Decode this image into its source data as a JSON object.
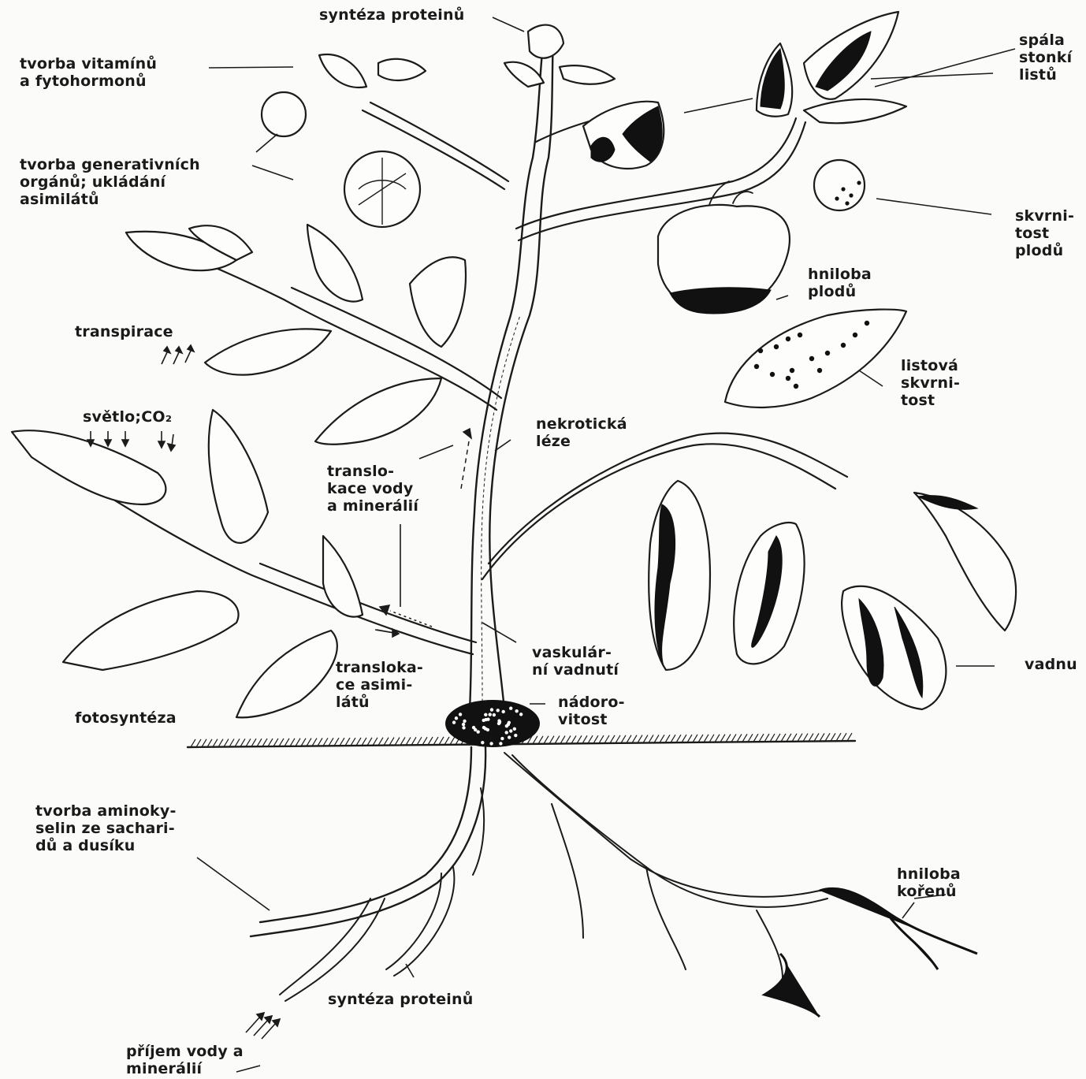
{
  "labels": {
    "syntheza_top": "syntéza proteinů",
    "vitamins": [
      "tvorba vitamínů",
      "a fytohormonů"
    ],
    "generative": [
      "tvorba generativních",
      "orgánů; ukládání",
      "asimilátů"
    ],
    "spala": [
      "spála",
      "stonkí",
      "listů"
    ],
    "skvrnitost_plodu": [
      "skvrni-",
      "tost",
      "plodů"
    ],
    "hniloba_plodu": [
      "hniloba",
      "plodů"
    ],
    "transpirace": "transpirace",
    "svetlo": "světlo;CO₂",
    "listova": [
      "listová",
      "skvrni-",
      "tost"
    ],
    "nekroticka": [
      "nekrotická",
      "léze"
    ],
    "translokace_vody": [
      "translo-",
      "kace vody",
      "a minerálií"
    ],
    "vaskularni": [
      "vaskulár-",
      "ní vadnutí"
    ],
    "vadnu": "vadnu",
    "translokace_asim": [
      "transloka-",
      "ce asimi-",
      "látů"
    ],
    "nadoro": [
      "nádoro-",
      "vitost"
    ],
    "fotosynteza": "fotosyntéza",
    "aminokyseliny": [
      "tvorba aminoky-",
      "selin ze sachari-",
      "dů a dusíku"
    ],
    "hniloba_korenu": [
      "hniloba",
      "kořenů"
    ],
    "syntheza_bottom": "syntéza proteinů",
    "prijem": [
      "příjem vody a",
      "minerálií"
    ]
  },
  "icons": {
    "plant": "tomato-plant-illustration",
    "arrows_up": "transpiration-arrows-icon",
    "arrows_down": "light-arrows-icon",
    "arrows_root": "water-uptake-arrows-icon"
  },
  "colors": {
    "ink": "#1b1b1b",
    "paper": "#fbfbf9",
    "disease": "#111111"
  }
}
